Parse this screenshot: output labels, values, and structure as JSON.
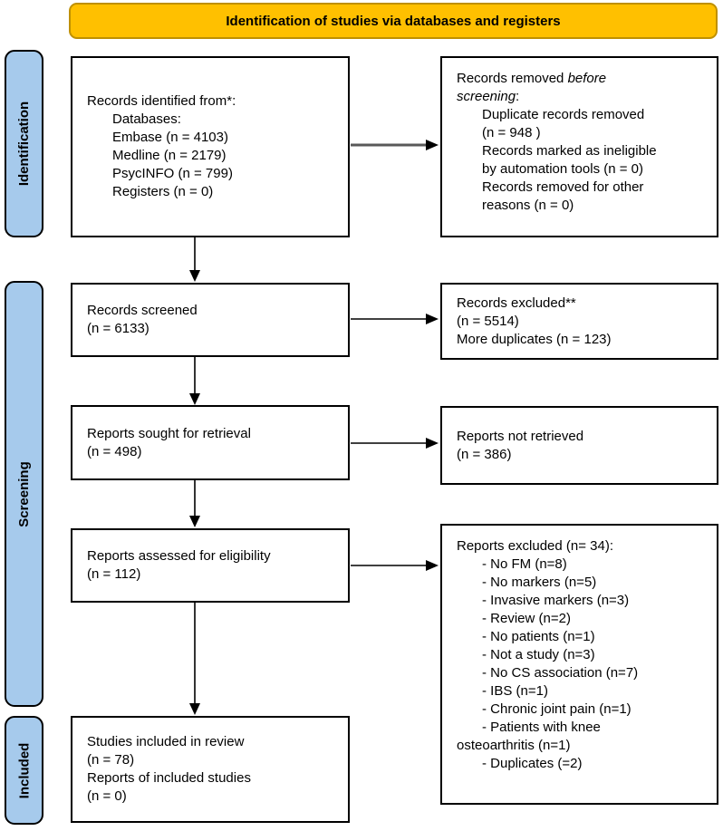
{
  "banner": {
    "title": "Identification of studies via databases and registers"
  },
  "stages": {
    "identification": "Identification",
    "screening": "Screening",
    "included": "Included"
  },
  "boxes": {
    "records_identified": {
      "title": "Records identified from*:",
      "items": [
        "Databases:",
        "Embase (n = 4103)",
        "Medline (n = 2179)",
        "PsycINFO (n = 799)",
        "Registers (n = 0)"
      ]
    },
    "records_removed": {
      "title_regular": "Records removed",
      "title_italic_1": "before",
      "title_italic_2": "screening",
      "title_colon": ":",
      "items": [
        "Duplicate records removed",
        "(n = 948 )",
        "Records marked as ineligible",
        "by automation tools (n = 0)",
        "Records removed for other",
        "reasons (n = 0)"
      ]
    },
    "records_screened": {
      "lines": [
        "Records screened",
        "(n = 6133)"
      ]
    },
    "records_excluded": {
      "lines": [
        "Records excluded**",
        "(n = 5514)",
        "More duplicates (n = 123)"
      ]
    },
    "reports_sought": {
      "lines": [
        "Reports sought for retrieval",
        "(n = 498)"
      ]
    },
    "reports_not_retrieved": {
      "lines": [
        "Reports not retrieved",
        "(n = 386)"
      ]
    },
    "reports_assessed": {
      "lines": [
        "Reports assessed for eligibility",
        "(n = 112)"
      ]
    },
    "reports_excluded": {
      "title": "Reports excluded (n= 34):",
      "items": [
        "- No FM (n=8)",
        "- No markers (n=5)",
        "- Invasive markers (n=3)",
        "- Review (n=2)",
        "- No patients (n=1)",
        "- Not a study (n=3)",
        "- No CS association (n=7)",
        "- IBS (n=1)",
        "- Chronic joint pain (n=1)",
        "- Patients with knee",
        "osteoarthritis (n=1)",
        "- Duplicates (=2)"
      ]
    },
    "studies_included": {
      "lines": [
        "Studies included in review",
        "(n = 78)",
        "Reports of included studies",
        "(n = 0)"
      ]
    }
  },
  "colors": {
    "banner_bg": "#FFC000",
    "banner_border": "#BF9000",
    "stage_bg": "#A6CAEC",
    "box_border": "#000000",
    "arrow": "#000000",
    "arrow_shaft_row1": "#595959"
  }
}
